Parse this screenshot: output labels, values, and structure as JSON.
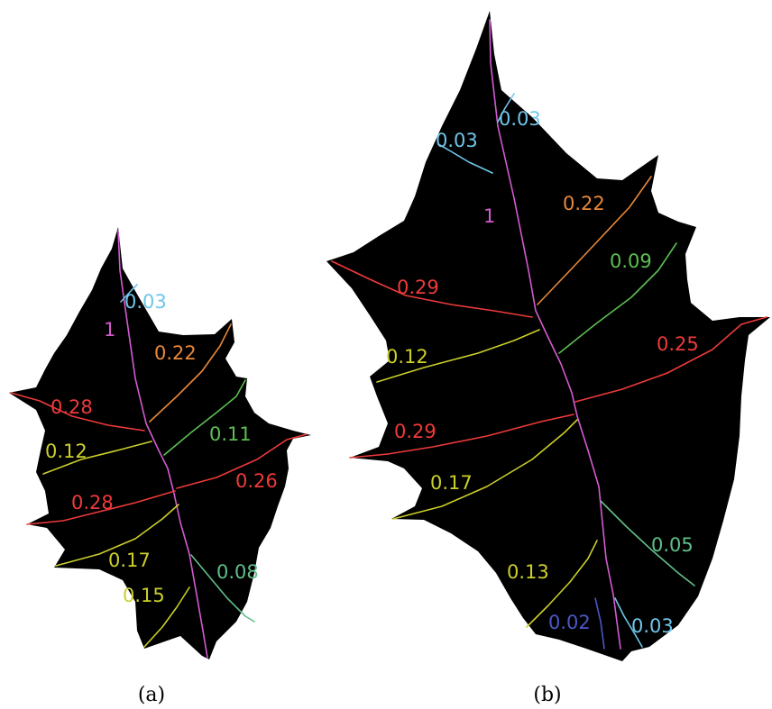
{
  "colors": {
    "leaf": "#000000",
    "midrib": "#d45bd0",
    "light_blue": "#6fc6ea",
    "dark_blue": "#4a58c8",
    "orange": "#e8883a",
    "green": "#5cbf52",
    "red": "#ee3a3a",
    "yellow": "#cbcf2a",
    "teal": "#5fbf8a"
  },
  "panels": [
    {
      "caption": "(a)",
      "veins": [
        {
          "label": "1",
          "color": "midrib"
        },
        {
          "label": "0.03",
          "color": "light_blue"
        },
        {
          "label": "0.22",
          "color": "orange"
        },
        {
          "label": "0.28",
          "color": "red"
        },
        {
          "label": "0.11",
          "color": "green"
        },
        {
          "label": "0.12",
          "color": "yellow"
        },
        {
          "label": "0.26",
          "color": "red"
        },
        {
          "label": "0.28",
          "color": "red"
        },
        {
          "label": "0.17",
          "color": "yellow"
        },
        {
          "label": "0.08",
          "color": "teal"
        },
        {
          "label": "0.15",
          "color": "yellow"
        }
      ]
    },
    {
      "caption": "(b)",
      "veins": [
        {
          "label": "0.03",
          "color": "light_blue"
        },
        {
          "label": "0.03",
          "color": "light_blue"
        },
        {
          "label": "1",
          "color": "midrib"
        },
        {
          "label": "0.22",
          "color": "orange"
        },
        {
          "label": "0.09",
          "color": "green"
        },
        {
          "label": "0.29",
          "color": "red"
        },
        {
          "label": "0.25",
          "color": "red"
        },
        {
          "label": "0.12",
          "color": "yellow"
        },
        {
          "label": "0.29",
          "color": "red"
        },
        {
          "label": "0.17",
          "color": "yellow"
        },
        {
          "label": "0.05",
          "color": "teal"
        },
        {
          "label": "0.13",
          "color": "yellow"
        },
        {
          "label": "0.02",
          "color": "dark_blue"
        },
        {
          "label": "0.03",
          "color": "light_blue"
        }
      ]
    }
  ]
}
